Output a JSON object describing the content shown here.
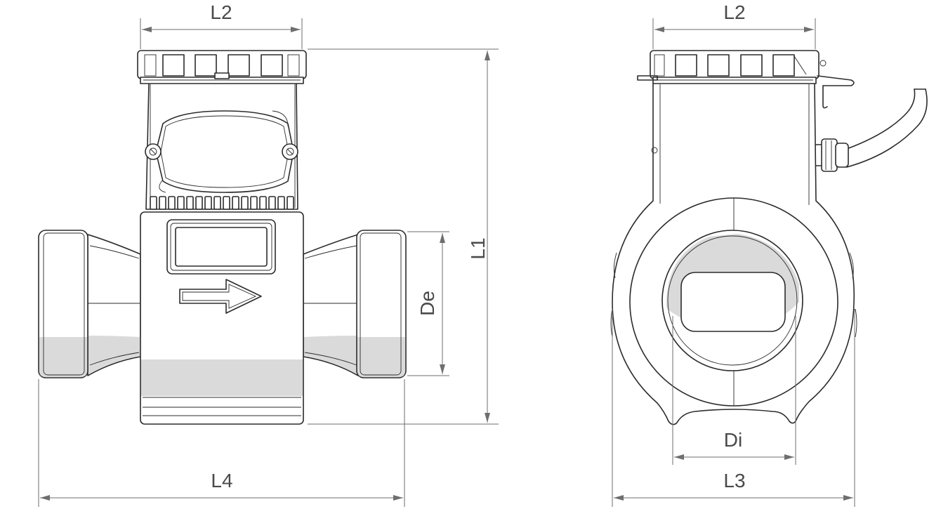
{
  "labels": {
    "front_width": "L2",
    "total_height": "L1",
    "pipe_outer_diameter": "De",
    "front_total_length": "L4",
    "side_width": "L2",
    "inner_diameter": "Di",
    "side_total_length": "L3"
  },
  "colors": {
    "outline": "#2b2b2b",
    "dimension": "#6e6e6e",
    "shade": "#dadada",
    "label": "#4a4a4a"
  }
}
